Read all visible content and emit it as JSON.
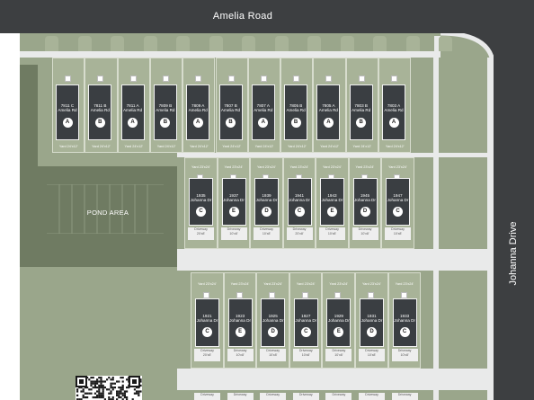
{
  "roads": {
    "top": "Amelia Road",
    "right": "Johanna Drive"
  },
  "pond_label": "POND AREA",
  "colors": {
    "road": "#3d3f41",
    "lot": "#a8b398",
    "green": "#9aa68b",
    "home": "#3a3e42",
    "pond": "#6f7b62"
  },
  "row1": [
    {
      "addr1": "7811 C",
      "addr2": "Amelia Rd",
      "plan": "A",
      "yard": "Yard 24'x12'"
    },
    {
      "addr1": "7811 B",
      "addr2": "Amelia Rd",
      "plan": "B",
      "yard": "Yard 24'x12'"
    },
    {
      "addr1": "7811 A",
      "addr2": "Amelia Rd",
      "plan": "A",
      "yard": "Yard 24'x12'"
    },
    {
      "addr1": "7809 B",
      "addr2": "Amelia Rd",
      "plan": "B",
      "yard": "Yard 24'x12'"
    },
    {
      "addr1": "7809 A",
      "addr2": "Amelia Rd",
      "plan": "A",
      "yard": "Yard 24'x12'"
    },
    {
      "addr1": "7807 B",
      "addr2": "Amelia Rd",
      "plan": "B",
      "yard": "Yard 24'x12'"
    },
    {
      "addr1": "7807 A",
      "addr2": "Amelia Rd",
      "plan": "A",
      "yard": "Yard 24'x12'"
    },
    {
      "addr1": "7805 B",
      "addr2": "Amelia Rd",
      "plan": "B",
      "yard": "Yard 24'x12'"
    },
    {
      "addr1": "7805 A",
      "addr2": "Amelia Rd",
      "plan": "A",
      "yard": "Yard 24'x12'"
    },
    {
      "addr1": "7803 B",
      "addr2": "Amelia Rd",
      "plan": "B",
      "yard": "Yard 24'x12'"
    },
    {
      "addr1": "7803 A",
      "addr2": "Amelia Rd",
      "plan": "A",
      "yard": "Yard 24'x12'"
    }
  ],
  "row2": [
    {
      "addr1": "1935",
      "addr2": "Johanna Dr",
      "plan": "C",
      "yard": "Yard 23'x24'",
      "drive": "Driveway",
      "drive_size": "20'x8'"
    },
    {
      "addr1": "1937",
      "addr2": "Johanna Dr",
      "plan": "E",
      "yard": "Yard 23'x24'",
      "drive": "Driveway",
      "drive_size": "10'x8'"
    },
    {
      "addr1": "1939",
      "addr2": "Johanna Dr",
      "plan": "D",
      "yard": "Yard 23'x24'",
      "drive": "Driveway",
      "drive_size": "10'x8'"
    },
    {
      "addr1": "1941",
      "addr2": "Johanna Dr",
      "plan": "C",
      "yard": "Yard 23'x24'",
      "drive": "Driveway",
      "drive_size": "20'x8'"
    },
    {
      "addr1": "1943",
      "addr2": "Johanna Dr",
      "plan": "E",
      "yard": "Yard 23'x24'",
      "drive": "Driveway",
      "drive_size": "10'x8'"
    },
    {
      "addr1": "1945",
      "addr2": "Johanna Dr",
      "plan": "D",
      "yard": "Yard 23'x24'",
      "drive": "Driveway",
      "drive_size": "10'x8'"
    },
    {
      "addr1": "1947",
      "addr2": "Johanna Dr",
      "plan": "C",
      "yard": "Yard 23'x24'",
      "drive": "Driveway",
      "drive_size": "10'x8'"
    }
  ],
  "row3": [
    {
      "addr1": "1921",
      "addr2": "Johanna Dr",
      "plan": "C",
      "yard": "Yard 23'x24'",
      "drive": "Driveway",
      "drive_size": "20'x8'"
    },
    {
      "addr1": "1923",
      "addr2": "Johanna Dr",
      "plan": "E",
      "yard": "Yard 23'x24'",
      "drive": "Driveway",
      "drive_size": "10'x8'"
    },
    {
      "addr1": "1925",
      "addr2": "Johanna Dr",
      "plan": "D",
      "yard": "Yard 23'x24'",
      "drive": "Driveway",
      "drive_size": "10'x8'"
    },
    {
      "addr1": "1927",
      "addr2": "Johanna Dr",
      "plan": "C",
      "yard": "Yard 23'x24'",
      "drive": "Driveway",
      "drive_size": "10'x8'"
    },
    {
      "addr1": "1929",
      "addr2": "Johanna Dr",
      "plan": "E",
      "yard": "Yard 23'x24'",
      "drive": "Driveway",
      "drive_size": "10'x8'"
    },
    {
      "addr1": "1931",
      "addr2": "Johanna Dr",
      "plan": "D",
      "yard": "Yard 23'x24'",
      "drive": "Driveway",
      "drive_size": "10'x8'"
    },
    {
      "addr1": "1933",
      "addr2": "Johanna Dr",
      "plan": "C",
      "yard": "Yard 23'x24'",
      "drive": "Driveway",
      "drive_size": "10'x8'"
    }
  ],
  "row4_labels": [
    "Driveway",
    "Driveway",
    "Driveway",
    "Driveway",
    "Driveway",
    "Driveway",
    "Driveway"
  ]
}
